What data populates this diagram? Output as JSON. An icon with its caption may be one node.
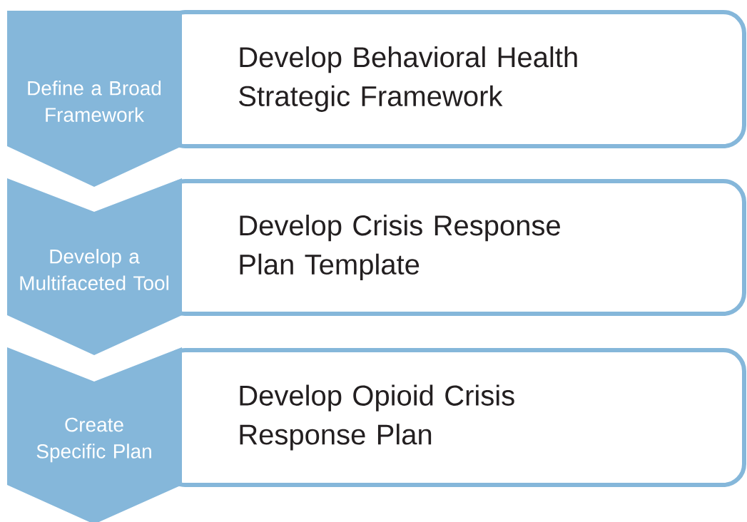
{
  "diagram": {
    "nodes": [
      {
        "text": [
          "Define a Broad Framework"
        ]
      },
      {
        "text": [
          "Develop Behavioral Health Strategic Framework"
        ]
      },
      {
        "text": [
          "Develop a Multifaceted Tool"
        ]
      },
      {
        "text": [
          "Develop Crisis Response Plan Template"
        ]
      },
      {
        "text": [
          "Create Specific Plan"
        ]
      },
      {
        "text": [
          "Develop Opioid Crisis Response Plan"
        ]
      }
    ]
  }
}
